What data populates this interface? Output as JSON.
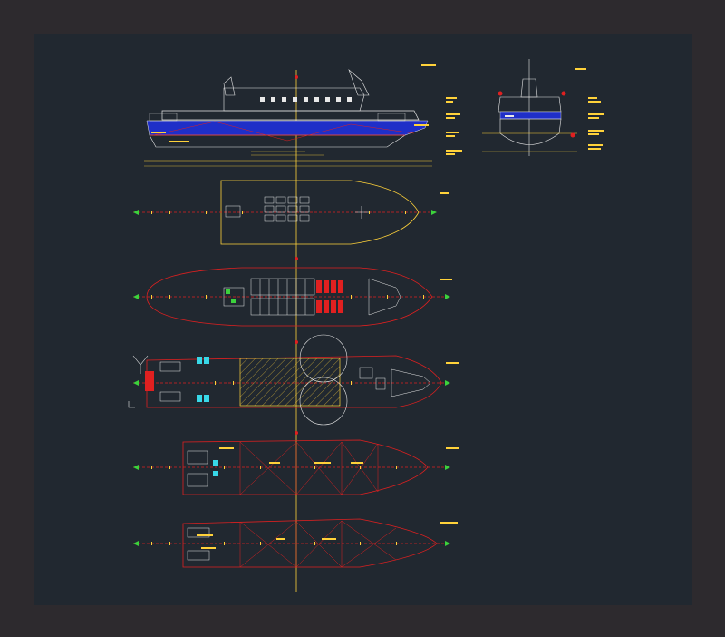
{
  "colors": {
    "page_bg": "#2d2a2e",
    "canvas_bg": "#212830",
    "centerline": "#ffd23a",
    "red_line": "#e02020",
    "hull_white": "#e8e8e8",
    "hull_blue": "#1f2fc8",
    "green_marker": "#3cd23c",
    "cyan": "#38d8e8"
  },
  "views": [
    {
      "id": "profile",
      "type": "side-elevation"
    },
    {
      "id": "section",
      "type": "transverse-section"
    },
    {
      "id": "upper-deck",
      "type": "plan"
    },
    {
      "id": "main-deck",
      "type": "plan"
    },
    {
      "id": "lower-deck",
      "type": "plan"
    },
    {
      "id": "hold-deck",
      "type": "plan"
    },
    {
      "id": "bottom-plan",
      "type": "plan"
    }
  ]
}
